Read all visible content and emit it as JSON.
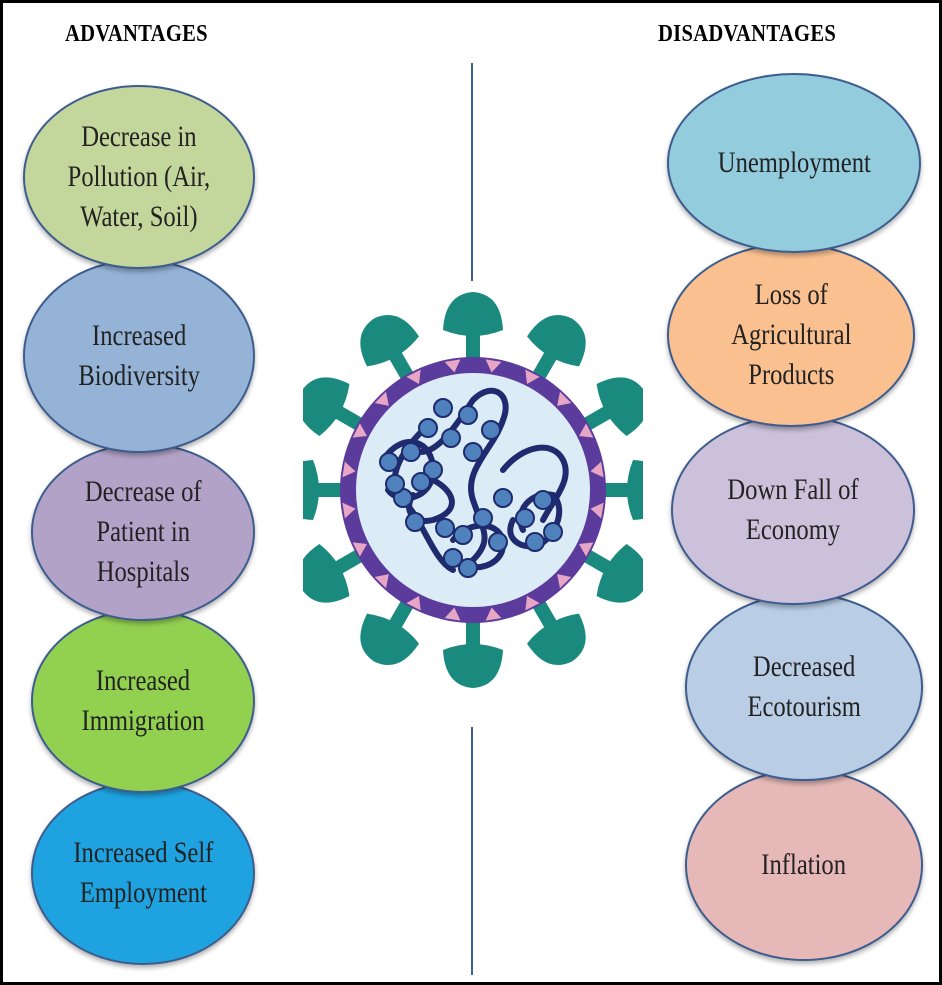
{
  "advantages": {
    "heading": "ADVANTAGES",
    "items": [
      {
        "label": "Decrease in\nPollution (Air,\nWater, Soil)",
        "color": "#c3d69b"
      },
      {
        "label": "Increased\nBiodiversity",
        "color": "#95b3d7"
      },
      {
        "label": "Decrease of\nPatient in\nHospitals",
        "color": "#b3a2c7"
      },
      {
        "label": "Increased\nImmigration",
        "color": "#92d050"
      },
      {
        "label": "Increased Self\nEmployment",
        "color": "#1fa3e0"
      }
    ]
  },
  "disadvantages": {
    "heading": "DISADVANTAGES",
    "items": [
      {
        "label": "Unemployment",
        "color": "#93cddd"
      },
      {
        "label": "Loss of\nAgricultural\nProducts",
        "color": "#fac090"
      },
      {
        "label": "Down Fall of\nEconomy",
        "color": "#ccc1da"
      },
      {
        "label": "Decreased\nEcotourism",
        "color": "#b9cde5"
      },
      {
        "label": "Inflation",
        "color": "#e6b9b8"
      }
    ]
  },
  "virus_icon": "coronavirus-icon",
  "colors": {
    "border": "#3e5d8f",
    "spike": "#1a8a7e",
    "capsid": "#5b3c9c",
    "capsid_triangle": "#e8a6c7",
    "core": "#dbecf7",
    "rna": "#1f2b6e",
    "nucleotide": "#4f81bd"
  }
}
